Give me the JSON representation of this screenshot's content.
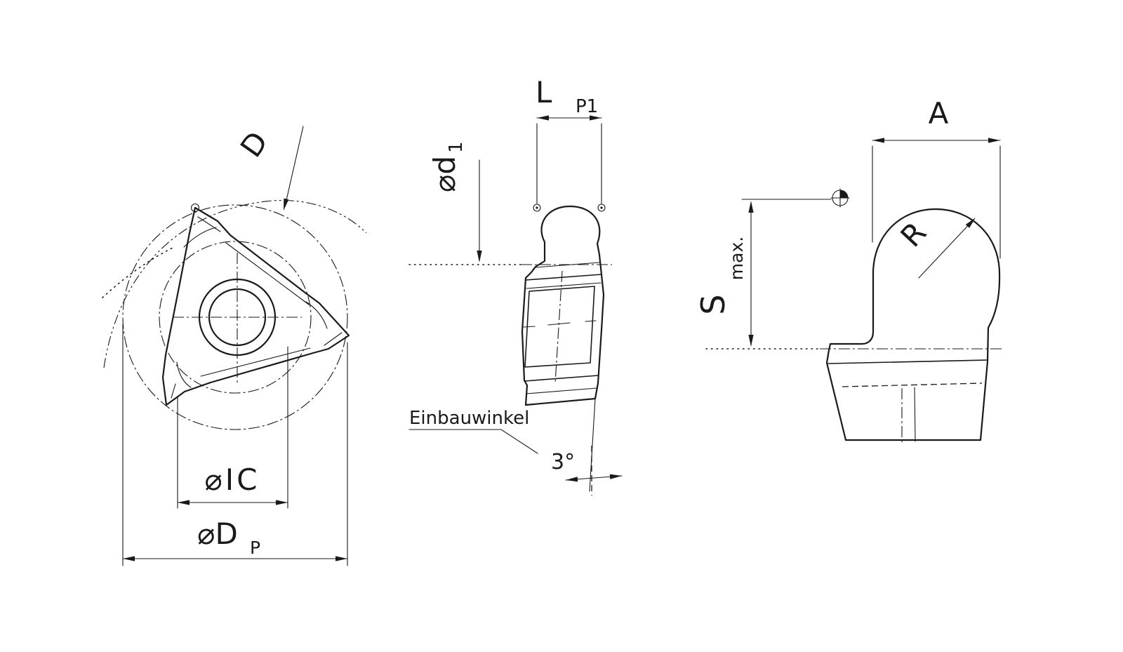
{
  "page": {
    "background": "#ffffff",
    "line_color": "#1a1a1a"
  },
  "views": {
    "front": {
      "labels": {
        "d": "D",
        "ic": "⌀IC",
        "dp_main": "⌀D",
        "dp_sub": "P"
      }
    },
    "side": {
      "labels": {
        "l": "L",
        "p1": "P1",
        "d1_main": "⌀d",
        "d1_sub": "1",
        "einbauwinkel": "Einbauwinkel",
        "angle": "3°"
      }
    },
    "mounted": {
      "labels": {
        "a": "A",
        "s": "S",
        "s_max": "max.",
        "r": "R"
      }
    }
  }
}
